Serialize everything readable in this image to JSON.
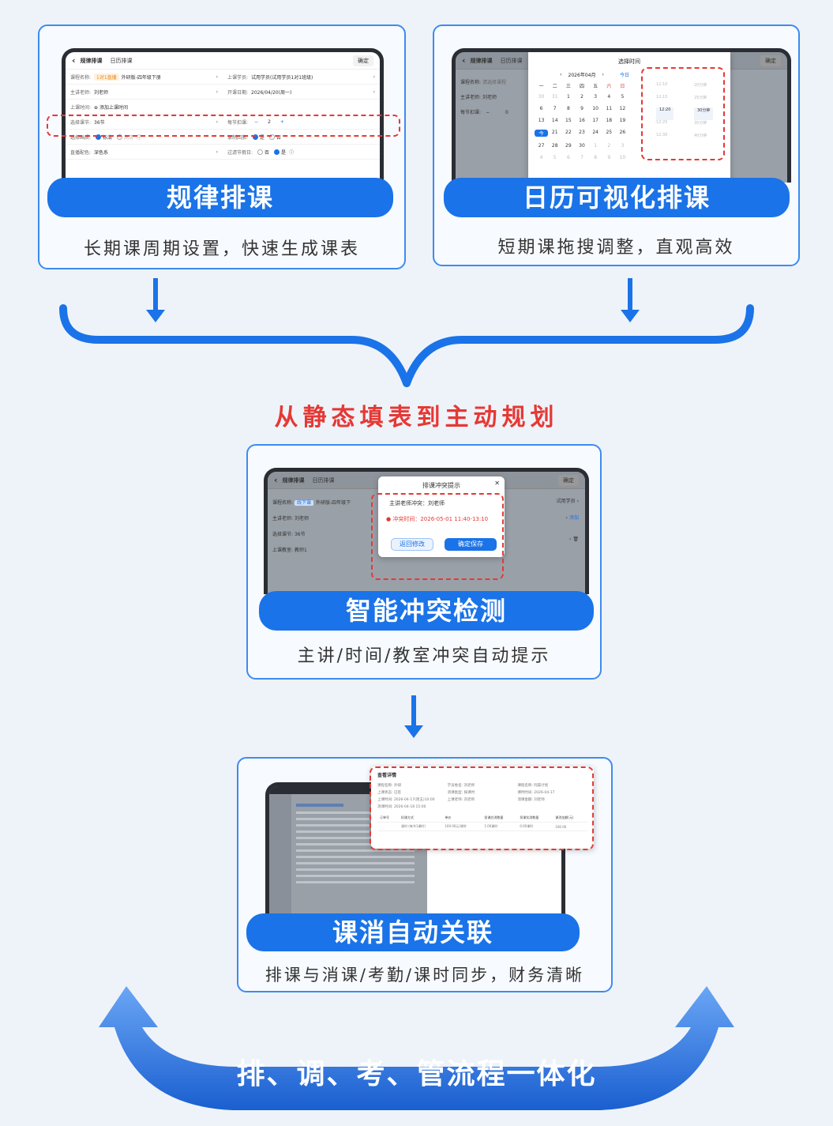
{
  "card1": {
    "pill": "规律排课",
    "subtitle": "长期课周期设置，快速生成课表",
    "screen": {
      "back": "‹",
      "tab_active": "规律排课",
      "tab_other": "日历排课",
      "confirm": "确定",
      "course_label": "课程名称:",
      "course_tag": "1对1直播",
      "course_value": "外研版-四年级下册",
      "student_label": "上课学员:",
      "student_value": "试用学员(试用学员1对1班级)",
      "teacher_label": "主讲老师:",
      "teacher_value": "刘老师",
      "start_label": "开课日期:",
      "start_value": "2026/04/20(周一)",
      "time_label": "上课时间:",
      "time_value": "⊕ 添加上课时间",
      "lessons_label": "选择课节:",
      "lessons_value": "36节",
      "deduct_label": "每节扣课:",
      "deduct_minus": "−",
      "deduct_value": "2",
      "deduct_plus": "+",
      "quality_label": "选择画质:",
      "quality_opt1": "标清",
      "quality_opt2": "高清",
      "playback_label": "录制回放:",
      "playback_opt1": "是",
      "playback_opt2": "否",
      "theme_label": "直播配色:",
      "theme_value": "深色系",
      "holiday_label": "过滤节假日:",
      "holiday_opt1": "否",
      "holiday_opt2": "是"
    }
  },
  "card2": {
    "pill": "日历可视化排课",
    "subtitle": "短期课拖搜调整，直观高效",
    "screen": {
      "back": "‹",
      "tab_active": "规律排课",
      "tab_other": "日历排课",
      "confirm": "确定",
      "course_label": "课程名称:",
      "course_value": "请选择课程",
      "teacher_label": "主讲老师:",
      "teacher_value": "刘老师",
      "deduct_label": "每节扣课:",
      "deduct_minus": "−",
      "deduct_value": "0",
      "picker_title": "选择时间",
      "month": "2026年04月",
      "prev": "‹",
      "next": "›",
      "today": "今日",
      "weekdays": [
        "一",
        "二",
        "三",
        "四",
        "五",
        "六",
        "日"
      ],
      "days": [
        "30",
        "31",
        "1",
        "2",
        "3",
        "4",
        "5",
        "6",
        "7",
        "8",
        "9",
        "10",
        "11",
        "12",
        "13",
        "14",
        "15",
        "16",
        "17",
        "18",
        "19",
        "今",
        "21",
        "22",
        "23",
        "24",
        "25",
        "26",
        "27",
        "28",
        "29",
        "30",
        "1",
        "2",
        "3",
        "4",
        "5",
        "6",
        "7",
        "8",
        "9",
        "10"
      ],
      "times": [
        "12:10",
        "12:15",
        "12:20",
        "12:25",
        "12:30"
      ],
      "durations": [
        "20分钟",
        "25分钟",
        "30分钟",
        "35分钟",
        "40分钟"
      ]
    }
  },
  "transition_title": "从静态填表到主动规划",
  "card3": {
    "pill": "智能冲突检测",
    "subtitle": "主讲/时间/教室冲突自动提示",
    "screen": {
      "back": "‹",
      "tab_active": "规律排课",
      "tab_other": "日历排课",
      "confirm": "确定",
      "course_label": "课程名称:",
      "course_tag": "线下课",
      "course_value": "外研版-四年级下",
      "teacher_label": "主讲老师:",
      "teacher_value": "刘老师",
      "lessons_label": "选择课节:",
      "lessons_value": "36节",
      "room_label": "上课教室:",
      "room_value": "教师1",
      "right_value": "试用学员",
      "add": "添加",
      "modal_title": "排课冲突提示",
      "modal_close": "✕",
      "conflict_teacher": "主讲老师冲突：刘老师",
      "conflict_time": "冲突时间：2026-05-01 11:40-13:10",
      "btn_back": "返回修改",
      "btn_save": "确定保存"
    }
  },
  "card4": {
    "pill": "课消自动关联",
    "subtitle": "排课与消课/考勤/课时同步，财务清晰",
    "screen": {
      "detail_title": "查看详情",
      "info": [
        "课程名称: 外研",
        "学员姓名: 刘老师",
        "课程名称: 阿森计划",
        "上课状态: 已签",
        "消课类型: 按课时",
        "课时时间: 2026-04-17",
        "上课时间: 2026-04-17(周五)10:00",
        "上课老师: 刘老师",
        "消课金额: 刘老师",
        "消课时间: 2026-04-18 15:00"
      ],
      "cols": [
        "订单号",
        "扣课方式",
        "单价",
        "扣课应消数量",
        "扣课实消数量",
        "课消金额(元)"
      ],
      "row": [
        "",
        "课时 (每节1课时)",
        "100.00元/课时",
        "1.00课时",
        "0.00课时",
        "100.00"
      ]
    }
  },
  "bottom_banner": "排、调、考、管流程一体化",
  "colors": {
    "primary": "#1a73e8",
    "alert": "#e53935",
    "card_border": "#3d8bf0"
  }
}
